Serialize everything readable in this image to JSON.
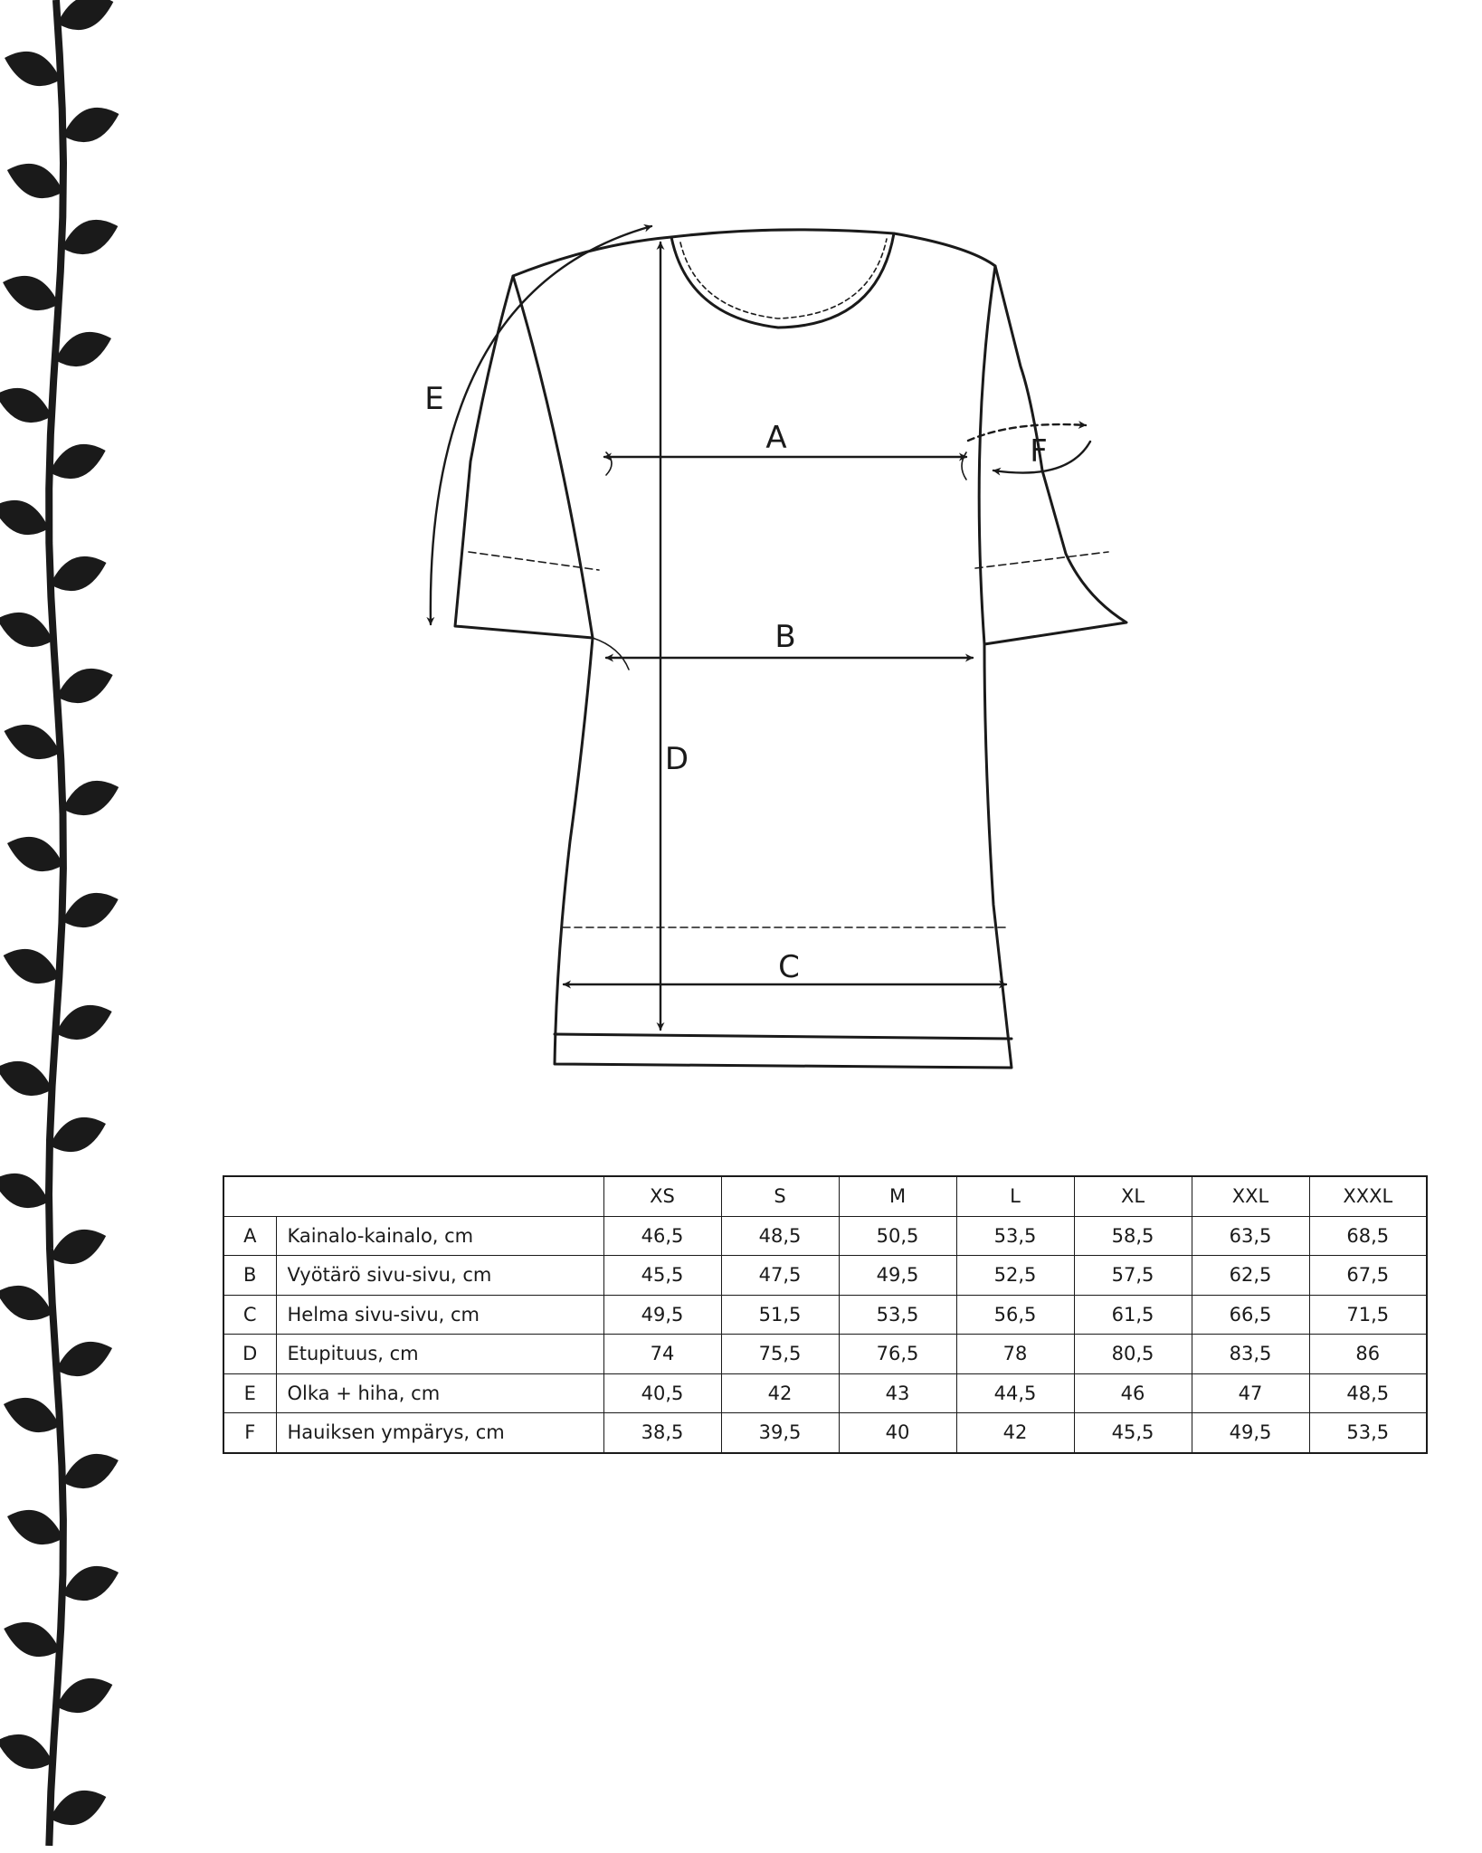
{
  "decoration": {
    "icon": "leaf-vine-icon",
    "color": "#1a1a1a"
  },
  "diagram": {
    "labels": {
      "a": "A",
      "b": "B",
      "c": "C",
      "d": "D",
      "e": "E",
      "f": "F"
    }
  },
  "table": {
    "sizes": [
      "XS",
      "S",
      "M",
      "L",
      "XL",
      "XXL",
      "XXXL"
    ],
    "rows": [
      {
        "code": "A",
        "label": "Kainalo-kainalo, cm",
        "values": [
          "46,5",
          "48,5",
          "50,5",
          "53,5",
          "58,5",
          "63,5",
          "68,5"
        ]
      },
      {
        "code": "B",
        "label": "Vyötärö sivu-sivu, cm",
        "values": [
          "45,5",
          "47,5",
          "49,5",
          "52,5",
          "57,5",
          "62,5",
          "67,5"
        ]
      },
      {
        "code": "C",
        "label": "Helma sivu-sivu, cm",
        "values": [
          "49,5",
          "51,5",
          "53,5",
          "56,5",
          "61,5",
          "66,5",
          "71,5"
        ]
      },
      {
        "code": "D",
        "label": "Etupituus, cm",
        "values": [
          "74",
          "75,5",
          "76,5",
          "78",
          "80,5",
          "83,5",
          "86"
        ]
      },
      {
        "code": "E",
        "label": "Olka + hiha, cm",
        "values": [
          "40,5",
          "42",
          "43",
          "44,5",
          "46",
          "47",
          "48,5"
        ]
      },
      {
        "code": "F",
        "label": "Hauiksen ympärys, cm",
        "values": [
          "38,5",
          "39,5",
          "40",
          "42",
          "45,5",
          "49,5",
          "53,5"
        ]
      }
    ]
  }
}
